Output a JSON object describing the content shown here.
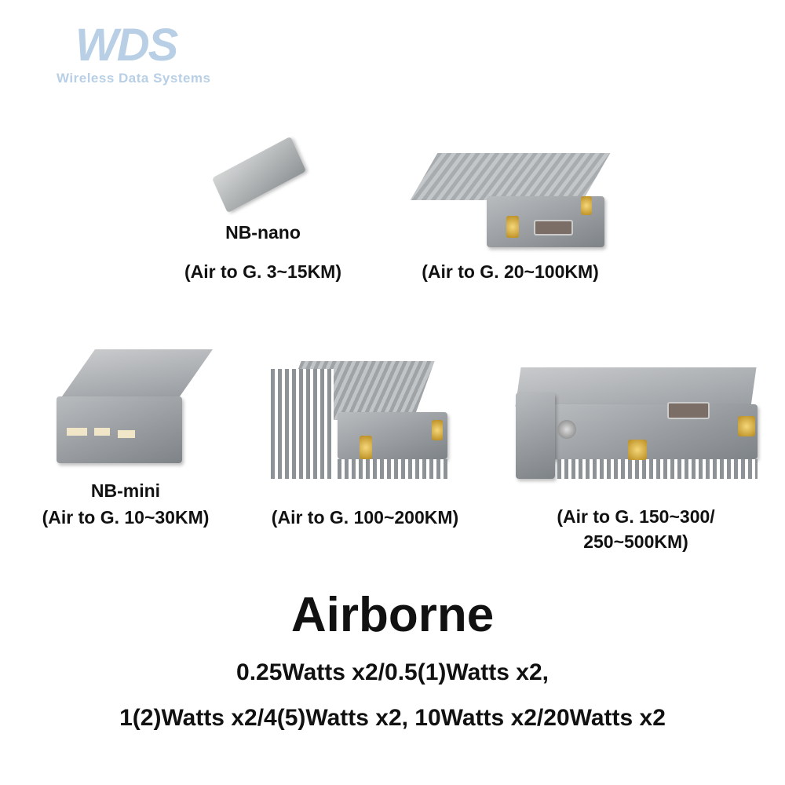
{
  "logo": {
    "mark": "WDS",
    "tagline": "Wireless Data Systems"
  },
  "products": [
    {
      "name": "NB-nano",
      "range": "(Air to G. 3~15KM)"
    },
    {
      "name": "",
      "range": "(Air to G. 20~100KM)"
    },
    {
      "name": "NB-mini",
      "range": "(Air to G. 10~30KM)"
    },
    {
      "name": "",
      "range": "(Air to G. 100~200KM)"
    },
    {
      "name": "",
      "range_line1": "(Air to G. 150~300/",
      "range_line2": "250~500KM)"
    }
  ],
  "heading": "Airborne",
  "power_line1": "0.25Watts x2/0.5(1)Watts x2,",
  "power_line2": "1(2)Watts x2/4(5)Watts x2, 10Watts x2/20Watts x2",
  "colors": {
    "logo": "#b8cfe5",
    "text": "#111111"
  }
}
